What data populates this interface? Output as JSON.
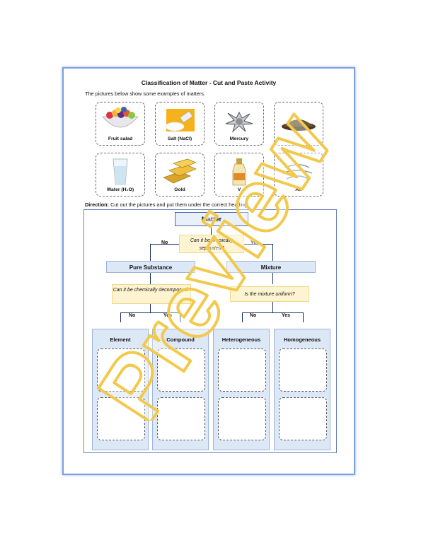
{
  "title": "Classification of Matter - Cut and Paste Activity",
  "intro": "The pictures below show some examples of matters.",
  "cards": [
    {
      "label": "Fruit salad",
      "icon": "fruit-salad-icon"
    },
    {
      "label": "Salt (NaCl)",
      "icon": "salt-icon"
    },
    {
      "label": "Mercury",
      "icon": "mercury-icon"
    },
    {
      "label": "",
      "icon": "soil-icon"
    },
    {
      "label": "Water (H₂O)",
      "icon": "water-glass-icon"
    },
    {
      "label": "Gold",
      "icon": "gold-bars-icon"
    },
    {
      "label": "V",
      "icon": "vinegar-bottle-icon"
    },
    {
      "label": "Air",
      "icon": "air-icon"
    }
  ],
  "direction": {
    "label": "Direction:",
    "text": "Cut out the pictures and put them under the correct heading"
  },
  "flow": {
    "root": "Matter",
    "q1": "Can it be physically separated?",
    "no1": "No",
    "yes1": "Yes",
    "pure": "Pure Substance",
    "mixture": "Mixture",
    "q2": "Can it be chemically decomposed?",
    "q3": "Is the mixture uniform?",
    "no2": "No",
    "yes2": "Yes",
    "no3": "No",
    "yes3": "Yes"
  },
  "columns": [
    "Element",
    "Compound",
    "Heterogeneous",
    "Homogeneous"
  ],
  "watermark": "Preview",
  "colors": {
    "border": "#7b9fe0",
    "question_bg": "#fff4d2",
    "category_bg": "#dde8f6",
    "watermark": "#f2c94c"
  }
}
